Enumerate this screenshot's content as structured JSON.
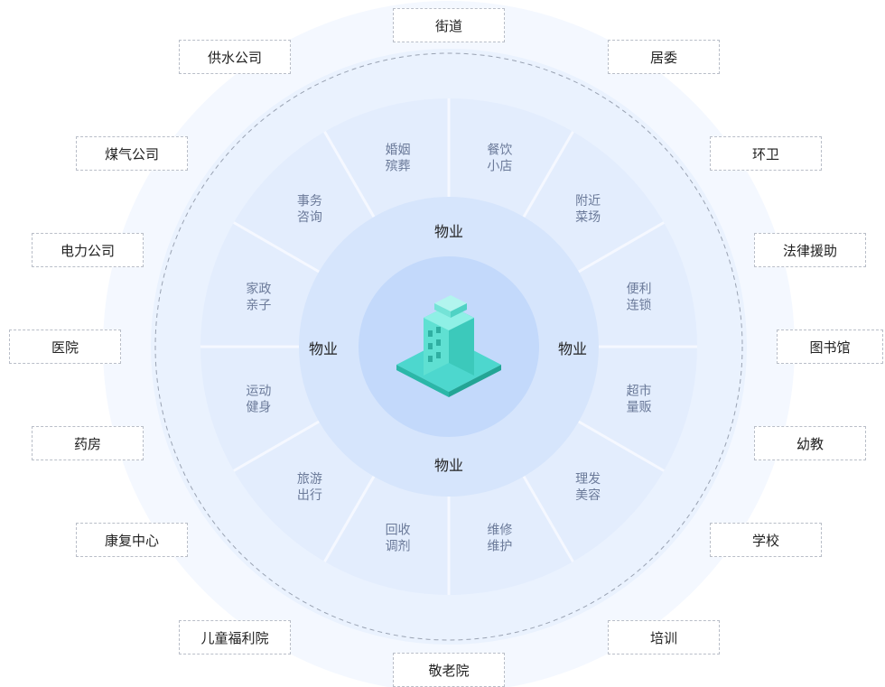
{
  "diagram": {
    "center_icon": "building-icon",
    "property_labels": {
      "top": "物业",
      "left": "物业",
      "right": "物业",
      "bottom": "物业"
    },
    "services": [
      {
        "line1": "餐饮",
        "line2": "小店"
      },
      {
        "line1": "附近",
        "line2": "菜场"
      },
      {
        "line1": "便利",
        "line2": "连锁"
      },
      {
        "line1": "超市",
        "line2": "量贩"
      },
      {
        "line1": "理发",
        "line2": "美容"
      },
      {
        "line1": "维修",
        "line2": "维护"
      },
      {
        "line1": "回收",
        "line2": "调剂"
      },
      {
        "line1": "旅游",
        "line2": "出行"
      },
      {
        "line1": "运动",
        "line2": "健身"
      },
      {
        "line1": "家政",
        "line2": "亲子"
      },
      {
        "line1": "事务",
        "line2": "咨询"
      },
      {
        "line1": "婚姻",
        "line2": "殡葬"
      }
    ],
    "outer_nodes": [
      "街道",
      "居委",
      "环卫",
      "法律援助",
      "图书馆",
      "幼教",
      "学校",
      "培训",
      "敬老院",
      "儿童福利院",
      "康复中心",
      "药房",
      "医院",
      "电力公司",
      "煤气公司",
      "供水公司"
    ],
    "colors": {
      "halo": "#eef4fe",
      "ring": "#e4eefd",
      "inner_disc": "#d7e5fb",
      "core": "#c1d8fb",
      "divider": "#f3f7fe",
      "service_text": "#6b7a99",
      "label_text": "#222222",
      "box_border": "#b9bec8",
      "building_teal": "#3fd6c4"
    }
  }
}
